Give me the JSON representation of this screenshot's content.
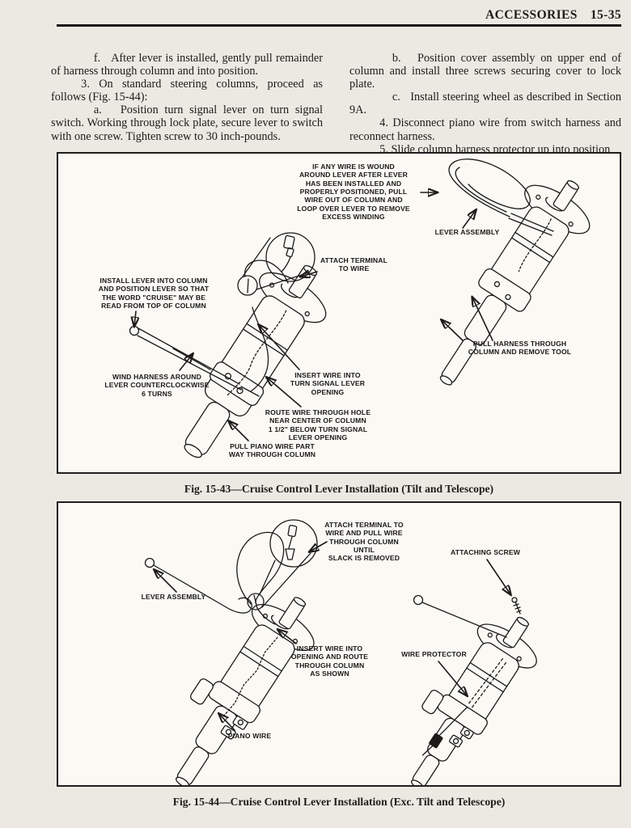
{
  "header": {
    "section_title": "ACCESSORIES",
    "page_number": "15-35"
  },
  "body": {
    "left_column": [
      "f.   After lever is installed, gently pull remainder of harness through column and into position.",
      "3. On standard steering columns, proceed as follows (Fig. 15-44):",
      "a.   Position turn signal lever on turn signal switch. Working through lock plate, secure lever to switch with one screw. Tighten screw to 30 inch-pounds."
    ],
    "right_column": [
      "b.   Position cover assembly on upper end of column and install three screws securing cover to lock plate.",
      "c.   Install steering wheel as described in Section 9A.",
      "4. Disconnect piano wire from switch harness and reconnect harness.",
      "5. Slide column harness protector up into position"
    ]
  },
  "figure_15_43": {
    "caption": "Fig. 15-43—Cruise Control Lever Installation (Tilt and Telescope)",
    "callouts": {
      "winding_note": "IF ANY WIRE IS WOUND\nAROUND LEVER AFTER LEVER\nHAS BEEN INSTALLED AND\nPROPERLY POSITIONED, PULL\nWIRE OUT OF COLUMN AND\nLOOP OVER LEVER TO REMOVE\nEXCESS WINDING",
      "lever_assembly": "LEVER ASSEMBLY",
      "attach_terminal": "ATTACH TERMINAL\nTO WIRE",
      "install_lever": "INSTALL LEVER INTO COLUMN\nAND POSITION LEVER SO THAT\nTHE WORD \"CRUISE\" MAY BE\nREAD FROM TOP OF COLUMN",
      "wind_harness": "WIND HARNESS AROUND\nLEVER COUNTERCLOCKWISE\n6 TURNS",
      "insert_wire": "INSERT WIRE INTO\nTURN SIGNAL LEVER\nOPENING",
      "route_wire": "ROUTE WIRE THROUGH HOLE\nNEAR CENTER OF COLUMN\n1 1/2\" BELOW TURN SIGNAL\nLEVER OPENING",
      "pull_piano": "PULL PIANO WIRE PART\nWAY THROUGH COLUMN",
      "pull_harness": "PULL HARNESS THROUGH\nCOLUMN AND REMOVE TOOL"
    }
  },
  "figure_15_44": {
    "caption": "Fig. 15-44—Cruise Control Lever Installation (Exc. Tilt and Telescope)",
    "callouts": {
      "attach_terminal": "ATTACH TERMINAL TO\nWIRE AND PULL WIRE\nTHROUGH COLUMN UNTIL\nSLACK IS REMOVED",
      "attaching_screw": "ATTACHING SCREW",
      "lever_assembly": "LEVER ASSEMBLY",
      "insert_wire": "INSERT WIRE INTO\nOPENING AND ROUTE\nTHROUGH COLUMN\nAS SHOWN",
      "wire_protector": "WIRE PROTECTOR",
      "piano_wire": "PIANO WIRE"
    }
  }
}
